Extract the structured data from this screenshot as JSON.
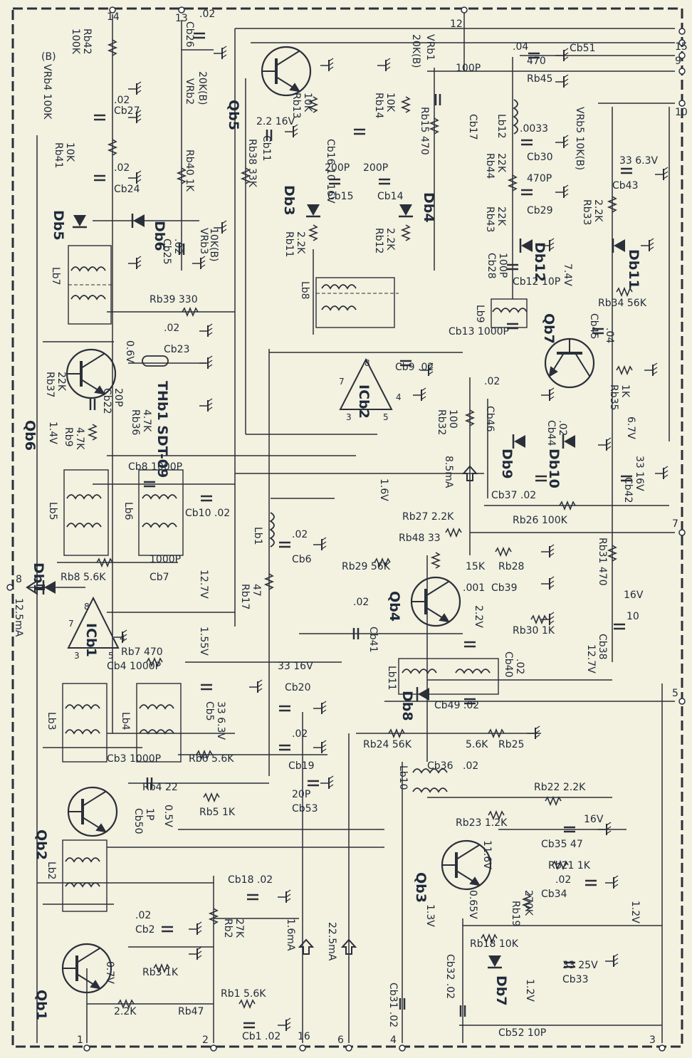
{
  "terminals": [
    "14",
    "13",
    "12",
    "15",
    "9",
    "10",
    "7",
    "5",
    "3",
    "4",
    "6",
    "16",
    "2",
    "1",
    "8"
  ],
  "transistors": [
    "Qb1",
    "Qb2",
    "Qb3",
    "Qb4",
    "Qb5",
    "Qb6",
    "Qb7"
  ],
  "ics": [
    "ICb1",
    "ICb2"
  ],
  "diode_labels": [
    "Db1",
    "Db3",
    "Db4",
    "Db5",
    "Db6",
    "Db7",
    "Db8",
    "Db9",
    "Db10",
    "Db11",
    "Db12"
  ],
  "coil_labels": [
    "Lb1",
    "Lb2",
    "Lb3",
    "Lb4",
    "Lb5",
    "Lb6",
    "Lb7",
    "Lb8",
    "Lb9",
    "Lb10",
    "Lb11",
    "Lb12"
  ],
  "thermistor": "THb1 SDT-09",
  "resistors": {
    "rb42": "Rb42",
    "rb42_val": "100K",
    "vrb4": "VRb4 100K",
    "vrb4_b": "(B)",
    "rb41": "Rb41",
    "rb41_val": "10K",
    "vrb2": "VRb2",
    "vrb2_val": "20K(B)",
    "rb40": "Rb40 1K",
    "vrb3": "VRb3",
    "vrb3_val": "10K(B)",
    "rb39": "Rb39 330",
    "rb37": "Rb37",
    "rb37_val": "22K",
    "rb36": "Rb36",
    "rb36_val": "4.7K",
    "rb9": "Rb9",
    "rb9_val": "4.7K",
    "rb38": "Rb38 33K",
    "rb13": "Rb13",
    "rb13_val": "10K",
    "rb14": "Rb14",
    "rb14_val": "10K",
    "rb15": "Rb15 470",
    "rb11": "Rb11",
    "rb11_val": "2.2K",
    "rb12": "Rb12",
    "rb12_val": "2.2K",
    "vrb1": "VRb1",
    "vrb1_val": "20K(B)",
    "rb45": "Rb45",
    "rb45_val": "470",
    "rb44": "Rb44",
    "rb44_val": "22K",
    "rb43": "Rb43",
    "rb43_val": "22K",
    "vrb5": "VRb5 10K(B)",
    "rb33": "Rb33",
    "rb33_val": "2.2K",
    "rb34": "Rb34 56K",
    "rb35": "Rb35",
    "rb35_val": "1K",
    "rb32": "Rb32",
    "rb32_val": "100",
    "rb27": "Rb27 2.2K",
    "rb26": "Rb26 100K",
    "rb8": "Rb8 5.6K",
    "rb17": "Rb17",
    "rb17_val": "47",
    "rb7": "Rb7 470",
    "rb29": "Rb29 56K",
    "rb48": "Rb48 33",
    "rb28": "Rb28",
    "rb28_val": "15K",
    "rb30": "Rb30 1K",
    "rb31": "Rb31 470",
    "rb6": "Rb6 5.6K",
    "rb4": "Rb4 22",
    "rb5": "Rb5 1K",
    "rb24": "Rb24 56K",
    "rb25": "Rb25",
    "rb25_val": "5.6K",
    "rb22": "Rb22 2.2K",
    "rb23": "Rb23 1.2K",
    "rb21": "Rb21 1K",
    "rb19": "Rb19",
    "rb19_val": "270K",
    "rb18": "Rb18 10K",
    "rb2": "Rb2",
    "rb2_val": "27K",
    "rb3": "Rb3 1K",
    "rb1": "Rb1 5.6K",
    "rb47": "Rb47",
    "rb47_val": "2.2K"
  },
  "capacitors": {
    "cb26": "Cb26",
    "cb26_val": ".02",
    "cb27": "Cb27",
    "cb27_val": ".02",
    "cb24": "Cb24",
    "cb24_val": ".02",
    "cb25": "Cb25",
    "cb25_val": ".02",
    "cb23": "Cb23",
    "cb23_val": ".02",
    "cb22": "Cb22",
    "cb22_val": "20P",
    "cb11": "Cb11",
    "cb11_val": "2.2 16V",
    "cb16": "Cb16 10 16V",
    "cb15": "Cb15",
    "cb15_val": "200P",
    "cb14": "Cb14",
    "cb14_val": "200P",
    "cb17": "Cb17",
    "cb17_val": "100P",
    "cb51": "Cb51",
    "cb51_val": ".04",
    "cb30": "Cb30",
    "cb30_val": ".0033",
    "cb29": "Cb29",
    "cb29_val": "470P",
    "cb43": "Cb43",
    "cb43_val": "33 6.3V",
    "cb28": "Cb28",
    "cb28_val": "100P",
    "cb12": "Cb12 10P",
    "cb13": "Cb13 1000P",
    "cb45": "Cb45",
    "cb45_val": ".04",
    "cb9": "Cb9 .02",
    "cb46": "Cb46",
    "cb46_val": ".02",
    "cb44": "Cb44",
    "cb44_val": ".02",
    "cb42": "Cb42",
    "cb42_val": "33 16V",
    "cb37": "Cb37 .02",
    "cb8": "Cb8 1000P",
    "cb10": "Cb10 .02",
    "cb6": "Cb6",
    "cb6_val": ".02",
    "cb7": "Cb7",
    "cb7_val": "1000P",
    "cb39": "Cb39",
    "cb39_val": ".001",
    "cb41": "Cb41",
    "cb41_val": ".02",
    "cb38": "Cb38",
    "cb38_val": "10",
    "cb38_v": "16V",
    "cb40": "Cb40",
    "cb40_val": ".02",
    "cb4": "Cb4 1000P",
    "cb20": "Cb20",
    "cb20_val": "33 16V",
    "cb5": "Cb5",
    "cb5_val": "33 6.3V",
    "cb49": "Cb49 .02",
    "cb3": "Cb3 1000P",
    "cb19": "Cb19",
    "cb19_val": ".02",
    "cb36": "Cb36",
    "cb36_val": ".02",
    "cb53": "Cb53",
    "cb53_val": "20P",
    "cb50": "Cb50",
    "cb50_val": "1P",
    "cb35": "Cb35 47",
    "cb35_v": "16V",
    "cb34": "Cb34",
    "cb34_val": ".02",
    "cb18": "Cb18 .02",
    "cb2": "Cb2",
    "cb2_val": ".02",
    "cb33": "Cb33",
    "cb33_val": "33 25V",
    "cb52": "Cb52 10P",
    "cb32": "Cb32 .02",
    "cb31": "Cb31 .02",
    "cb1": "Cb1 .02"
  },
  "voltages": [
    "0.6V",
    "1.4V",
    "7.4V",
    "6.7V",
    "1.6V",
    "12.7V",
    "1.55V",
    "2.2V",
    "12.7V",
    "0.5V",
    "11.6V",
    "1.3V",
    "0.65V",
    "1.2V",
    "0.7V",
    "1.2V"
  ],
  "currents": [
    "8.5mA",
    "12.5mA",
    "1.6mA",
    "22.5mA"
  ],
  "colors": {
    "paper": "#f3f1df",
    "ink": "#2a2f3a",
    "text": "#1f2a3c"
  }
}
